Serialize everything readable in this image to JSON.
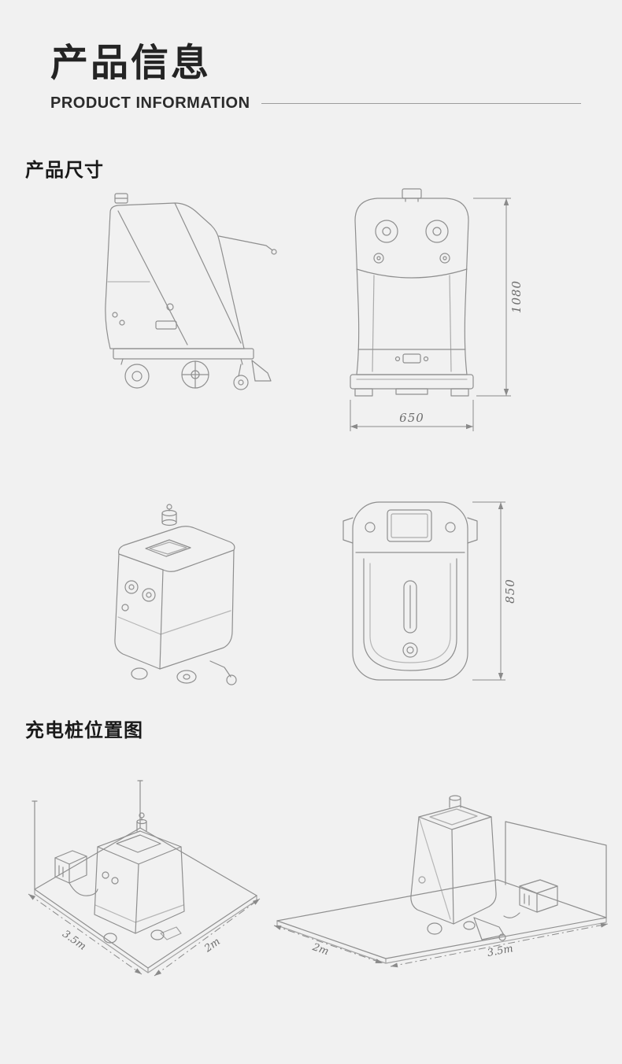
{
  "header": {
    "title": "产品信息",
    "subtitle": "PRODUCT INFORMATION"
  },
  "sections": {
    "dimensions": {
      "heading": "产品尺寸",
      "labels": {
        "front_height": "1080",
        "front_width": "650",
        "top_length": "850"
      }
    },
    "charging": {
      "heading": "充电桩位置图",
      "labels": {
        "left_depth": "3.5m",
        "left_width": "2m",
        "right_width": "2m",
        "right_depth": "3.5m"
      }
    }
  },
  "colors": {
    "background": "#f1f1f1",
    "heading_text": "#242424",
    "line_art": "#8f8f8f",
    "dimension_text": "#6d6d6d"
  }
}
